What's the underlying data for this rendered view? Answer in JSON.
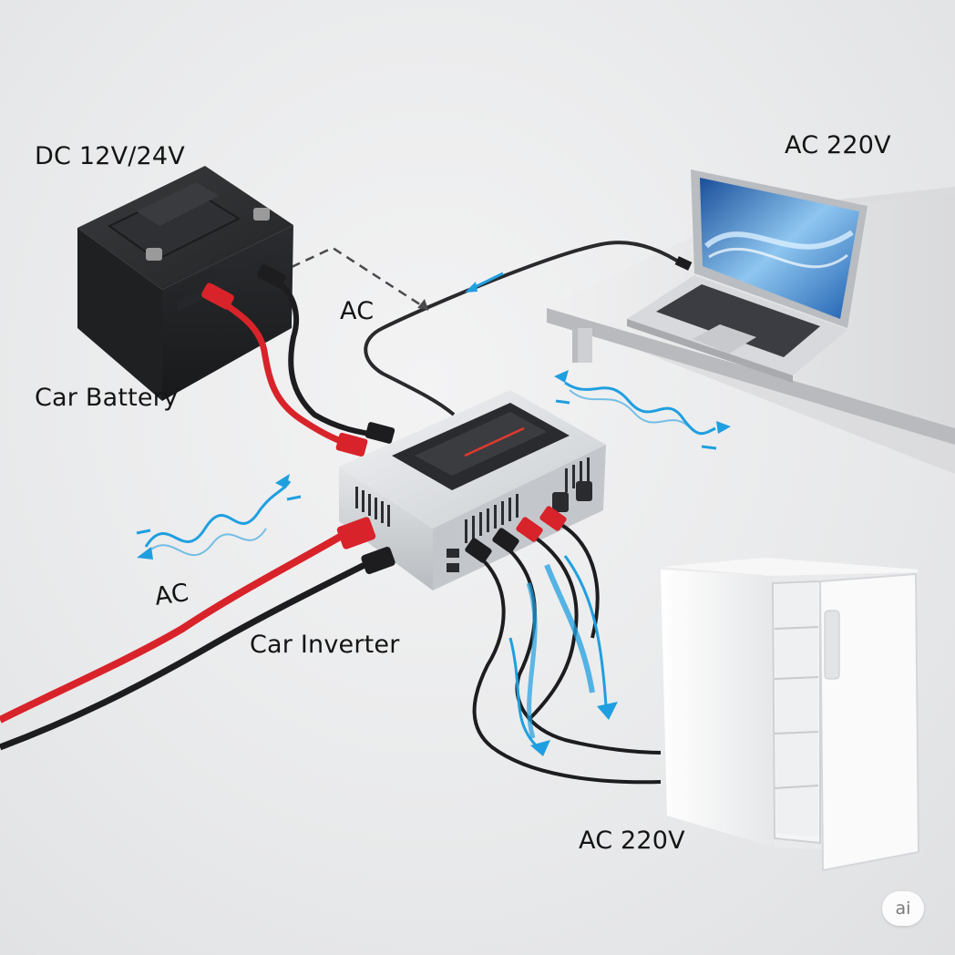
{
  "labels": {
    "dc_input": "DC 12V/24V",
    "ac_laptop": "AC 220V",
    "ac_mid": "AC",
    "car_battery": "Car Battery",
    "ac_left": "AC",
    "car_inverter": "Car Inverter",
    "ac_fridge": "AC 220V"
  },
  "badge": {
    "text": "ai"
  },
  "colors": {
    "positive_cable": "#d8232a",
    "negative_cable": "#1d1d1f",
    "flow_arrow": "#1f9fe0",
    "battery_body": "#2c2d30",
    "inverter_body": "#d9dcdf"
  },
  "icons": [
    "car-battery-icon",
    "laptop-icon",
    "desk-icon",
    "inverter-icon",
    "refrigerator-icon",
    "ac-wave-icon",
    "flow-arrow-icon"
  ]
}
